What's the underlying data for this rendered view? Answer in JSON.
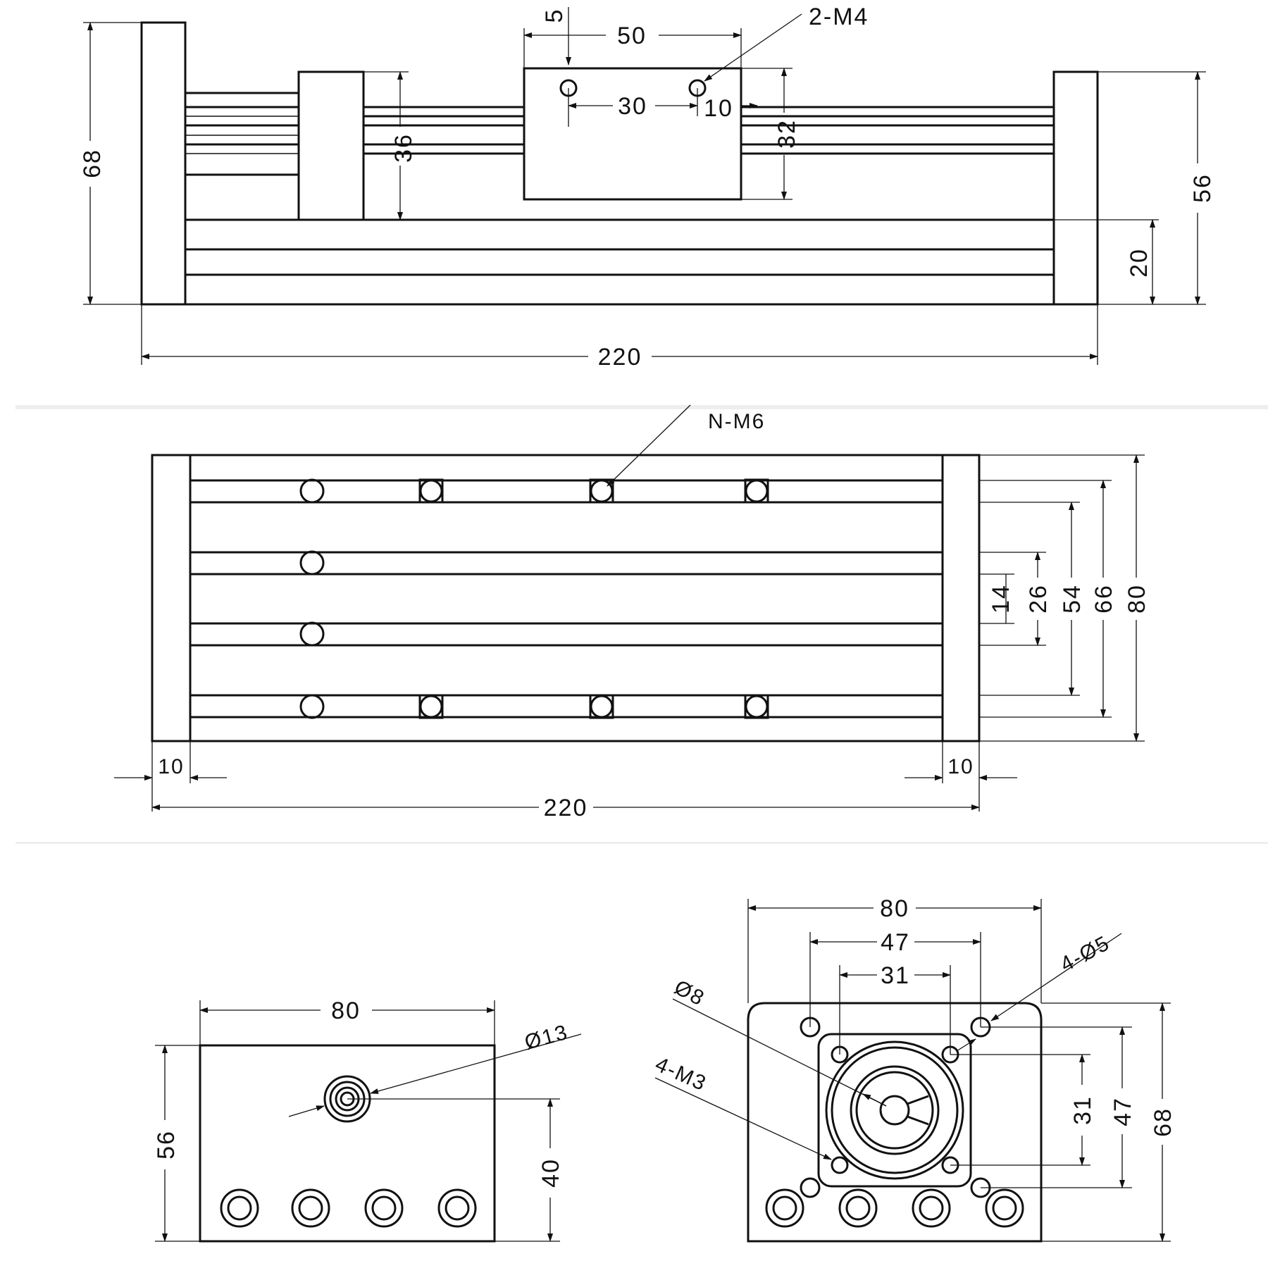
{
  "views": {
    "side": {
      "dims": {
        "total_length": "220",
        "total_height": "68",
        "right_height": "56",
        "profile_height": "20",
        "carriage_width": "50",
        "hole_offset": "5",
        "hole_pitch": "30",
        "hole_edge": "10",
        "rail_height_left": "36",
        "rail_height_right": "32"
      },
      "callout_holes": "2-M4"
    },
    "top": {
      "callout": "N-M6",
      "dims": {
        "total_length": "220",
        "end_left": "10",
        "end_right": "10",
        "h14": "14",
        "h26": "26",
        "h54": "54",
        "h66": "66",
        "h80": "80"
      }
    },
    "end_left": {
      "dims": {
        "width": "80",
        "height": "56",
        "shaft_height": "40"
      },
      "callout_diameter": "Ø13"
    },
    "end_right": {
      "dims": {
        "w80": "80",
        "w47": "47",
        "w31": "31",
        "h68": "68",
        "h47": "47",
        "h31": "31"
      },
      "callout_bolt": "4-Ø5",
      "callout_bore": "Ø8",
      "callout_screw": "4-M3"
    }
  }
}
